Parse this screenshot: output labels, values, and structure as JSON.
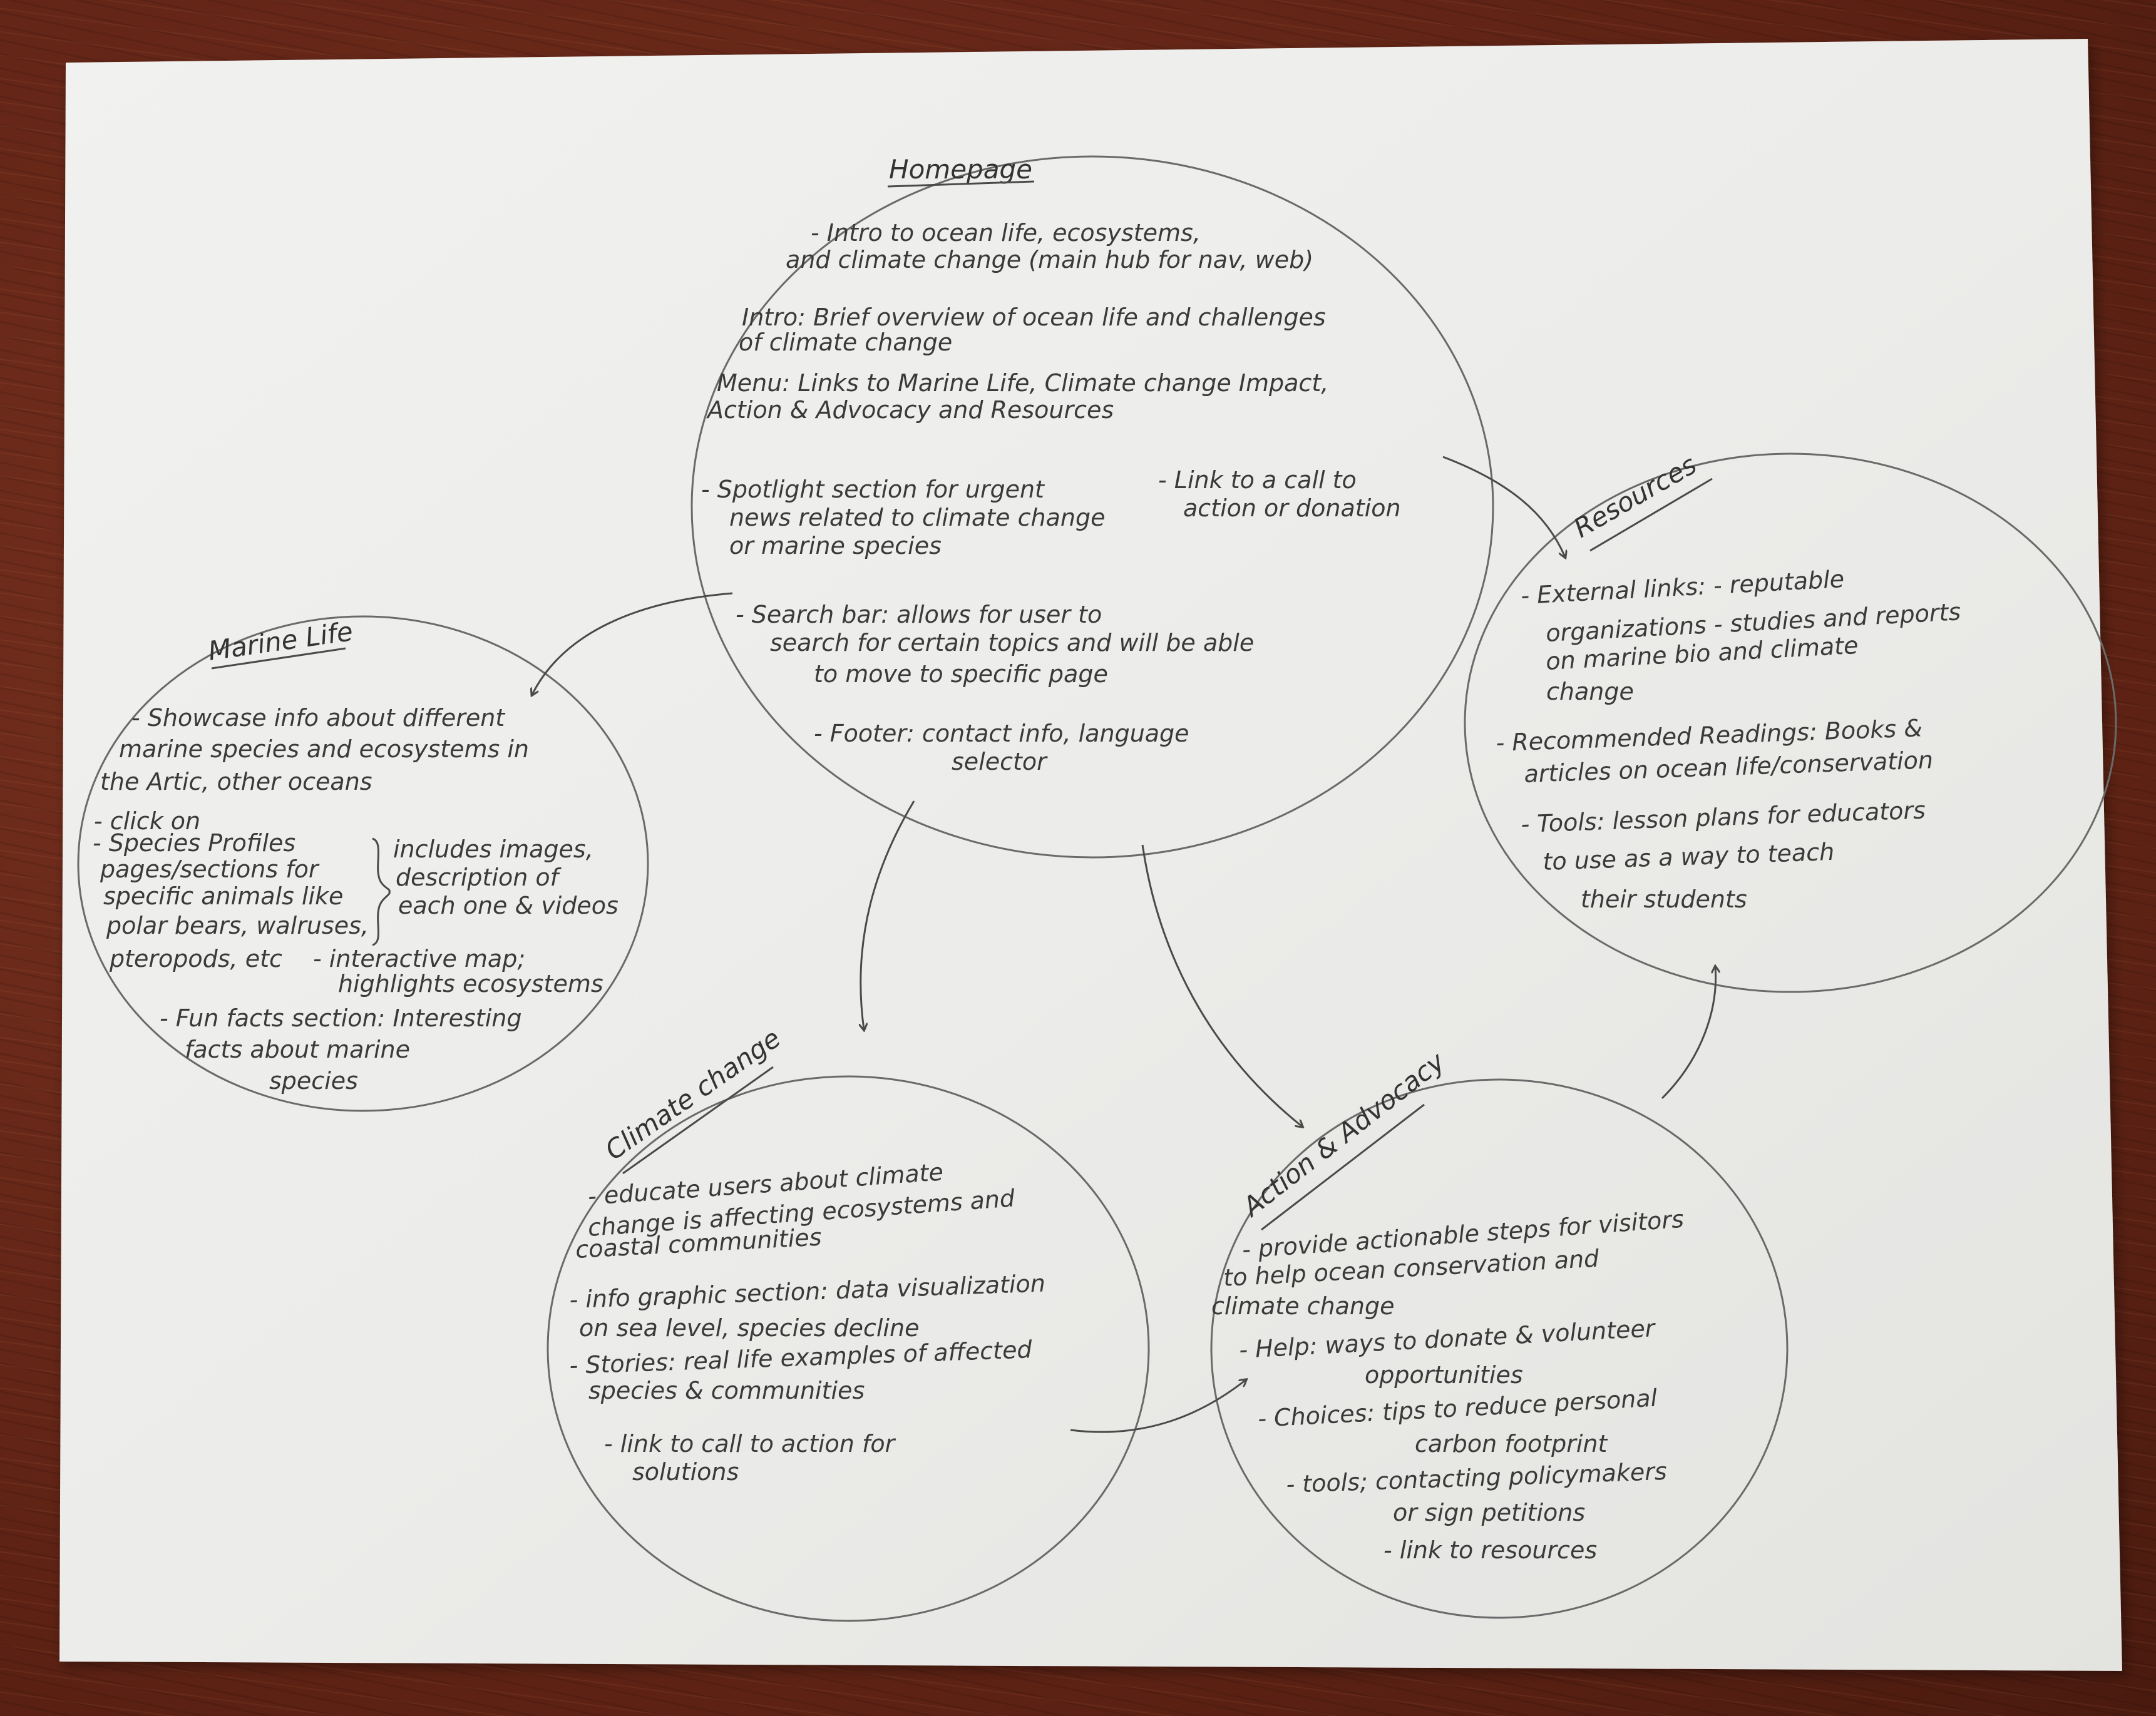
{
  "home": {
    "title": "Homepage",
    "lines": [
      "- Intro to ocean life, ecosystems,",
      "and climate change (main hub for nav, web)",
      "Intro: Brief overview of ocean life and challenges",
      "of climate change",
      "Menu: Links to Marine Life, Climate change Impact,",
      "Action & Advocacy and Resources",
      "- Spotlight section for urgent",
      "news related to climate change",
      "or marine species",
      "- Link to a call to",
      "action or donation",
      "- Search bar: allows for user to",
      "search for certain topics and will be able",
      "to move to specific page",
      "- Footer: contact info, language",
      "selector"
    ]
  },
  "marine": {
    "title": "Marine Life",
    "lines": [
      "- Showcase info about different",
      "marine species and ecosystems in",
      "the Artic, other oceans",
      "- click on",
      "- Species Profiles",
      "pages/sections for",
      "specific animals like",
      "polar bears, walruses,",
      "pteropods, etc",
      "includes images,",
      "description of",
      "each one & videos",
      "- interactive map;",
      "highlights ecosystems",
      "- Fun facts section: Interesting",
      "facts about marine",
      "species"
    ]
  },
  "resources": {
    "title": "Resources",
    "lines": [
      "- External links: - reputable",
      "organizations - studies and reports",
      "on marine bio and climate",
      "change",
      "- Recommended Readings: Books &",
      "articles on ocean life/conservation",
      "- Tools: lesson plans for educators",
      "to use as a way to teach",
      "their students"
    ]
  },
  "climate": {
    "title": "Climate change",
    "lines": [
      "- educate users about climate",
      "change is affecting ecosystems and",
      "coastal communities",
      "- info graphic section: data visualization",
      "on sea level, species decline",
      "- Stories: real life examples of affected",
      "species & communities",
      "- link to call to action for",
      "solutions"
    ]
  },
  "action": {
    "title": "Action & Advocacy",
    "lines": [
      "- provide actionable steps for visitors",
      "to help ocean conservation and",
      "climate change",
      "- Help: ways to donate & volunteer",
      "opportunities",
      "- Choices: tips to reduce personal",
      "carbon footprint",
      "- tools; contacting policymakers",
      "or sign petitions",
      "- link to resources"
    ]
  }
}
